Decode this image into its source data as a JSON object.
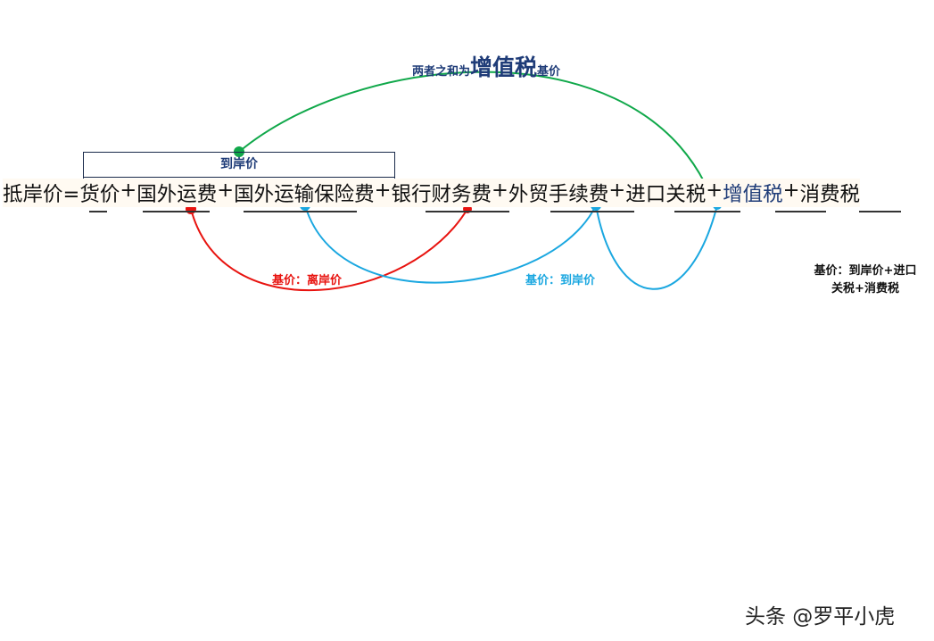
{
  "formula": {
    "lhs": "抵岸价=",
    "terms": [
      "货价",
      "国外运费",
      "国外运输保险费",
      "银行财务费",
      "外贸手续费",
      "进口关税",
      "增值税",
      "消费税"
    ],
    "op": "+"
  },
  "box_label": "到岸价",
  "top_label": {
    "prefix": "两者之和为",
    "emph": "增值税",
    "suffix": "基价"
  },
  "red_label": "基价：离岸价",
  "blue_label": "基价：到岸价",
  "note": {
    "line1": "基价：到岸价+进口",
    "line2": "关税+消费税"
  },
  "watermark": "头条 @罗平小虎",
  "colors": {
    "green": "#10a84a",
    "red": "#e8130f",
    "blue": "#1aa7e0",
    "navy": "#1f3c78"
  }
}
